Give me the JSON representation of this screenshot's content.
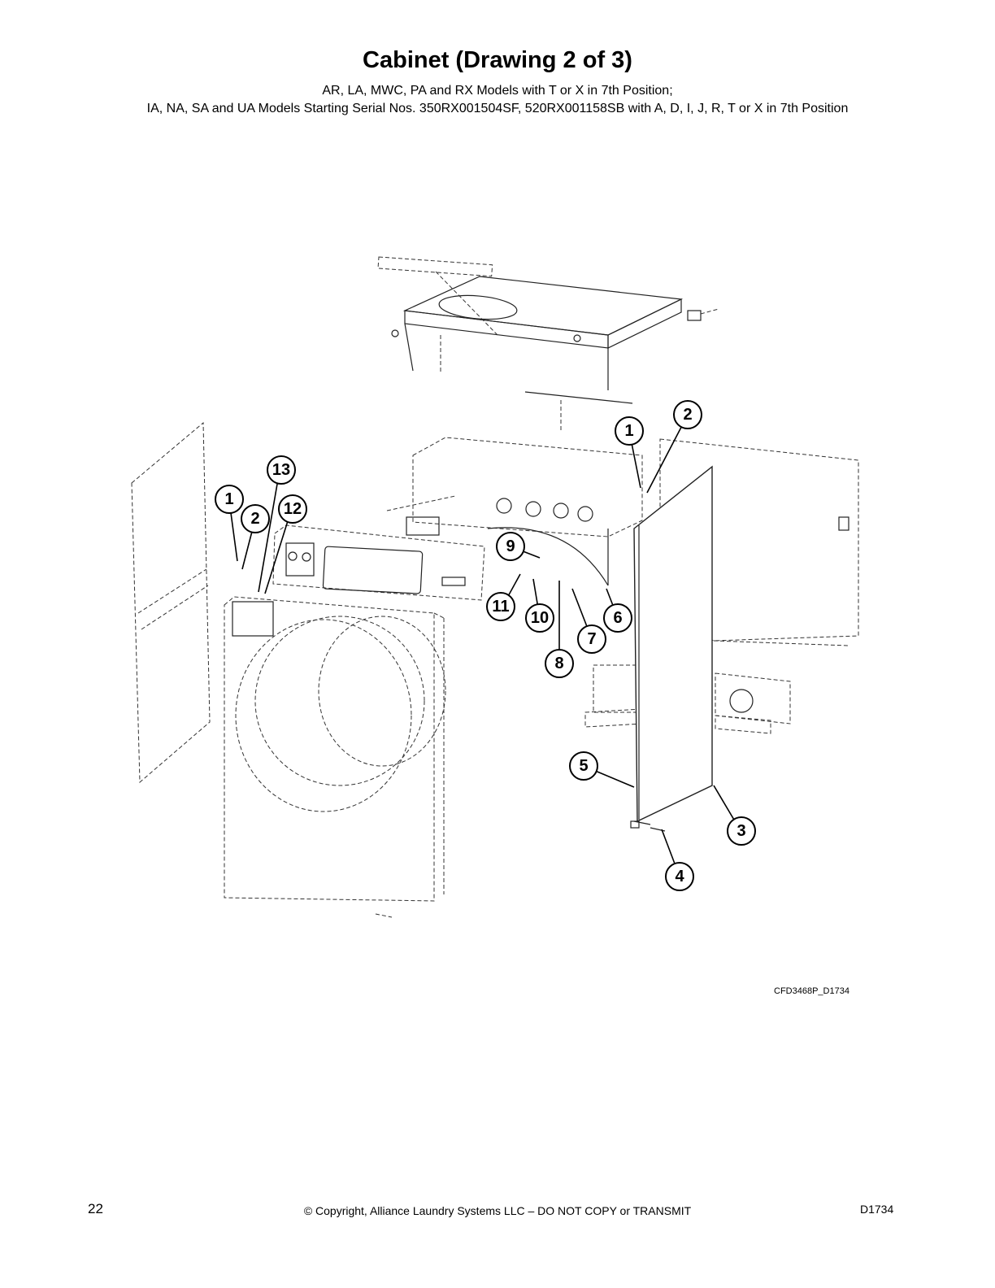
{
  "title": "Cabinet (Drawing 2 of 3)",
  "subtitle_line1": "AR, LA, MWC, PA and RX Models with T or X in 7th Position;",
  "subtitle_line2": "IA, NA, SA and UA Models Starting Serial Nos. 350RX001504SF, 520RX001158SB with A, D, I, J, R, T or X in 7th Position",
  "drawing_code": "CFD3468P_D1734",
  "footer": {
    "page_number": "22",
    "copyright": "© Copyright, Alliance Laundry Systems LLC – DO NOT COPY or TRANSMIT",
    "doc_id": "D1734"
  },
  "callouts": [
    "1",
    "2",
    "13",
    "1",
    "2",
    "12",
    "9",
    "11",
    "10",
    "8",
    "7",
    "6",
    "5",
    "3",
    "4"
  ]
}
